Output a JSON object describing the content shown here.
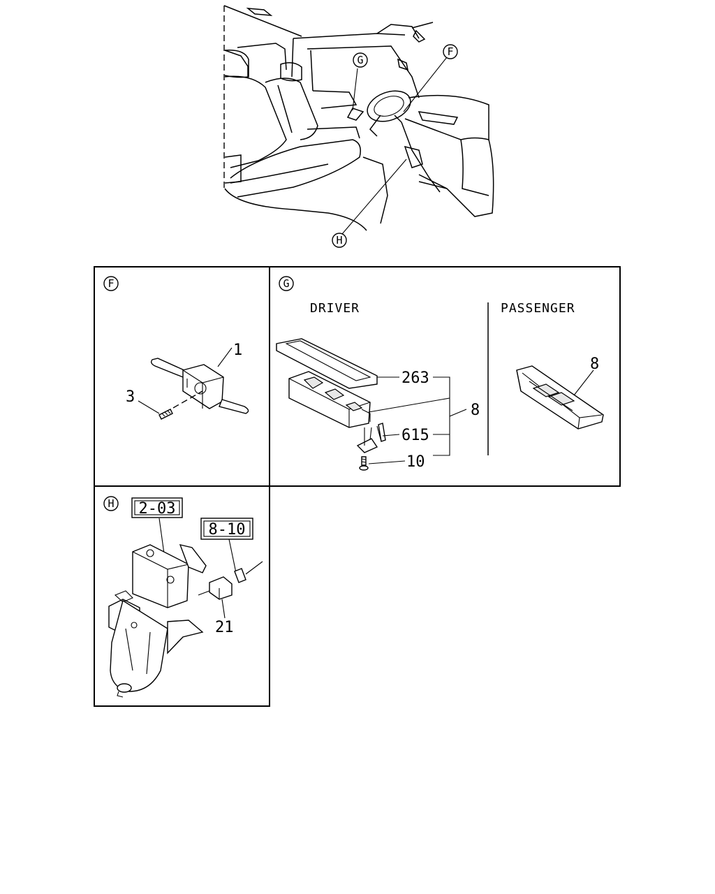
{
  "overview": {
    "callouts": {
      "f": "F",
      "g": "G",
      "h": "H"
    }
  },
  "panel_f": {
    "letter": "F",
    "part_1": "1",
    "part_3": "3"
  },
  "panel_g": {
    "letter": "G",
    "driver_heading": "DRIVER",
    "passenger_heading": "PASSENGER",
    "part_263": "263",
    "part_8": "8",
    "part_615": "615",
    "part_10": "10",
    "passenger_part_8": "8"
  },
  "panel_h": {
    "letter": "H",
    "ref_box_1": "2-03",
    "ref_box_2": "8-10",
    "part_21": "21"
  }
}
